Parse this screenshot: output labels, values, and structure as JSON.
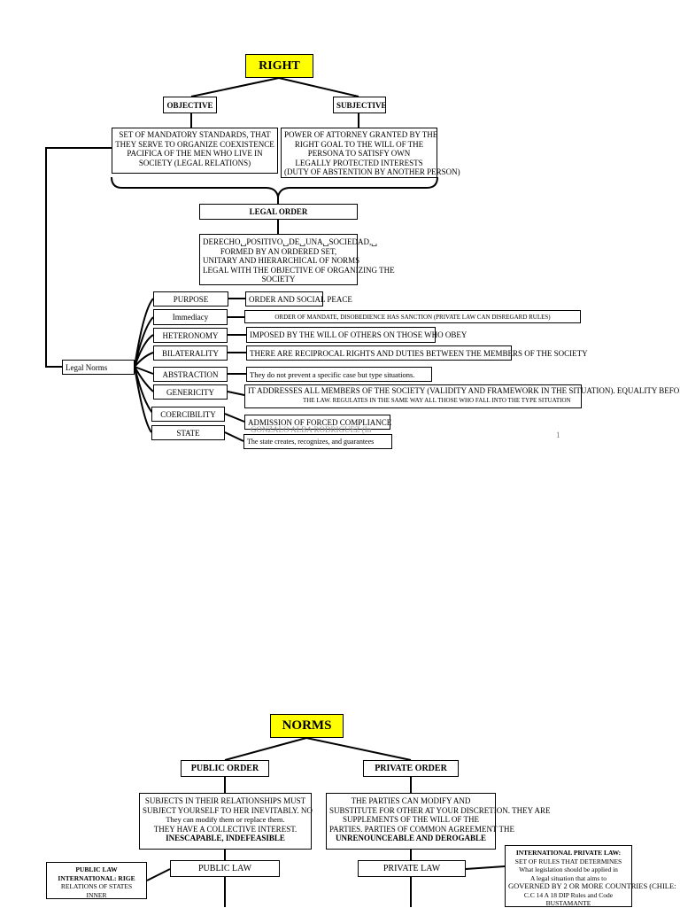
{
  "right_chart": {
    "title": "RIGHT",
    "objective": {
      "label": "OBJECTIVE",
      "lines": [
        "SET OF MANDATORY STANDARDS, THAT",
        "THEY SERVE TO ORGANIZE COEXISTENCE",
        "PACIFICA OF THE MEN WHO LIVE IN",
        "SOCIETY (LEGAL RELATIONS)"
      ]
    },
    "subjective": {
      "label": "SUBJECTIVE",
      "lines": [
        "POWER OF ATTORNEY GRANTED BY THE",
        "RIGHT GOAL TO THE WILL OF THE",
        "PERSONA TO SATISFY OWN",
        "LEGALLY PROTECTED INTERESTS",
        "(DUTY OF ABSTENTION BY ANOTHER PERSON)"
      ]
    },
    "legal_order": {
      "label": "LEGAL ORDER",
      "lines": [
        "DERECHO␣POSITIVO␣DE␣UNA␣SOCIEDAD,␣",
        "FORMED BY AN ORDERED SET,",
        "UNITARY AND HIERARCHICAL OF NORMS",
        "LEGAL WITH THE OBJECTIVE OF ORGANIZING THE",
        "SOCIETY"
      ]
    },
    "legal_norms_label": "Legal Norms",
    "characteristics": [
      {
        "name": "PURPOSE",
        "desc": [
          "ORDER AND SOCIAL PEACE"
        ]
      },
      {
        "name": "Immediacy",
        "desc": [
          "ORDER OF MANDATE, DISOBEDIENCE HAS SANCTION (PRIVATE LAW CAN DISREGARD RULES)"
        ]
      },
      {
        "name": "HETERONOMY",
        "desc": [
          "IMPOSED BY THE WILL OF OTHERS ON THOSE WHO OBEY"
        ]
      },
      {
        "name": "BILATERALITY",
        "desc": [
          "THERE ARE RECIPROCAL RIGHTS AND DUTIES BETWEEN THE MEMBERS OF THE SOCIETY"
        ]
      },
      {
        "name": "ABSTRACTION",
        "desc": [
          "They do not prevent a specific case but type situations."
        ]
      },
      {
        "name": "GENERICITY",
        "desc": [
          "IT ADDRESSES ALL MEMBERS OF THE SOCIETY (VALIDITY AND FRAMEWORK IN THE SITUATION). EQUALITY BEFORE",
          "THE LAW. REGULATES IN THE SAME WAY ALL THOSE WHO FALL INTO THE TYPE SITUATION"
        ]
      },
      {
        "name": "COERCIBILITY",
        "desc": [
          "ADMISSION OF FORCED COMPLIANCE"
        ]
      },
      {
        "name": "STATE",
        "desc": [
          "The state creates, recognizes, and guarantees"
        ]
      }
    ],
    "watermark": "GONZALO ALBA RODRIGUEZ (In",
    "page_number": "1"
  },
  "norms_chart": {
    "title": "NORMS",
    "public_order": {
      "label": "PUBLIC ORDER",
      "lines": [
        "SUBJECTS IN THEIR RELATIONSHIPS MUST",
        "SUBJECT YOURSELF TO HER INEVITABLY. NO",
        "They can modify them or replace them.",
        "THEY HAVE A COLLECTIVE INTEREST."
      ],
      "emphasis": "INESCAPABLE, INDEFEASIBLE"
    },
    "private_order": {
      "label": "PRIVATE ORDER",
      "lines": [
        "THE PARTIES CAN MODIFY AND",
        "SUBSTITUTE FOR OTHER AT YOUR DISCRETION. THEY ARE",
        "SUPPLEMENTS OF THE WILL OF THE",
        "PARTIES. PARTIES OF COMMON AGREEMENT THE"
      ],
      "emphasis": "UNRENOUNCEABLE AND DEROGABLE"
    },
    "public_law": "PUBLIC LAW",
    "private_law": "PRIVATE LAW",
    "public_international": {
      "lines": [
        "PUBLIC LAW",
        "INTERNATIONAL: RIGE",
        "RELATIONS OF STATES",
        "INNER"
      ]
    },
    "private_international": {
      "lines": [
        "INTERNATIONAL PRIVATE LAW:",
        "SET OF RULES THAT DETERMINES",
        "What legislation should be applied in",
        "A legal situation that aims to",
        "GOVERNED BY 2 OR MORE COUNTRIES (CHILE:",
        "C.C 14 A 18 DIP Rules and Code",
        "BUSTAMANTE"
      ]
    }
  }
}
